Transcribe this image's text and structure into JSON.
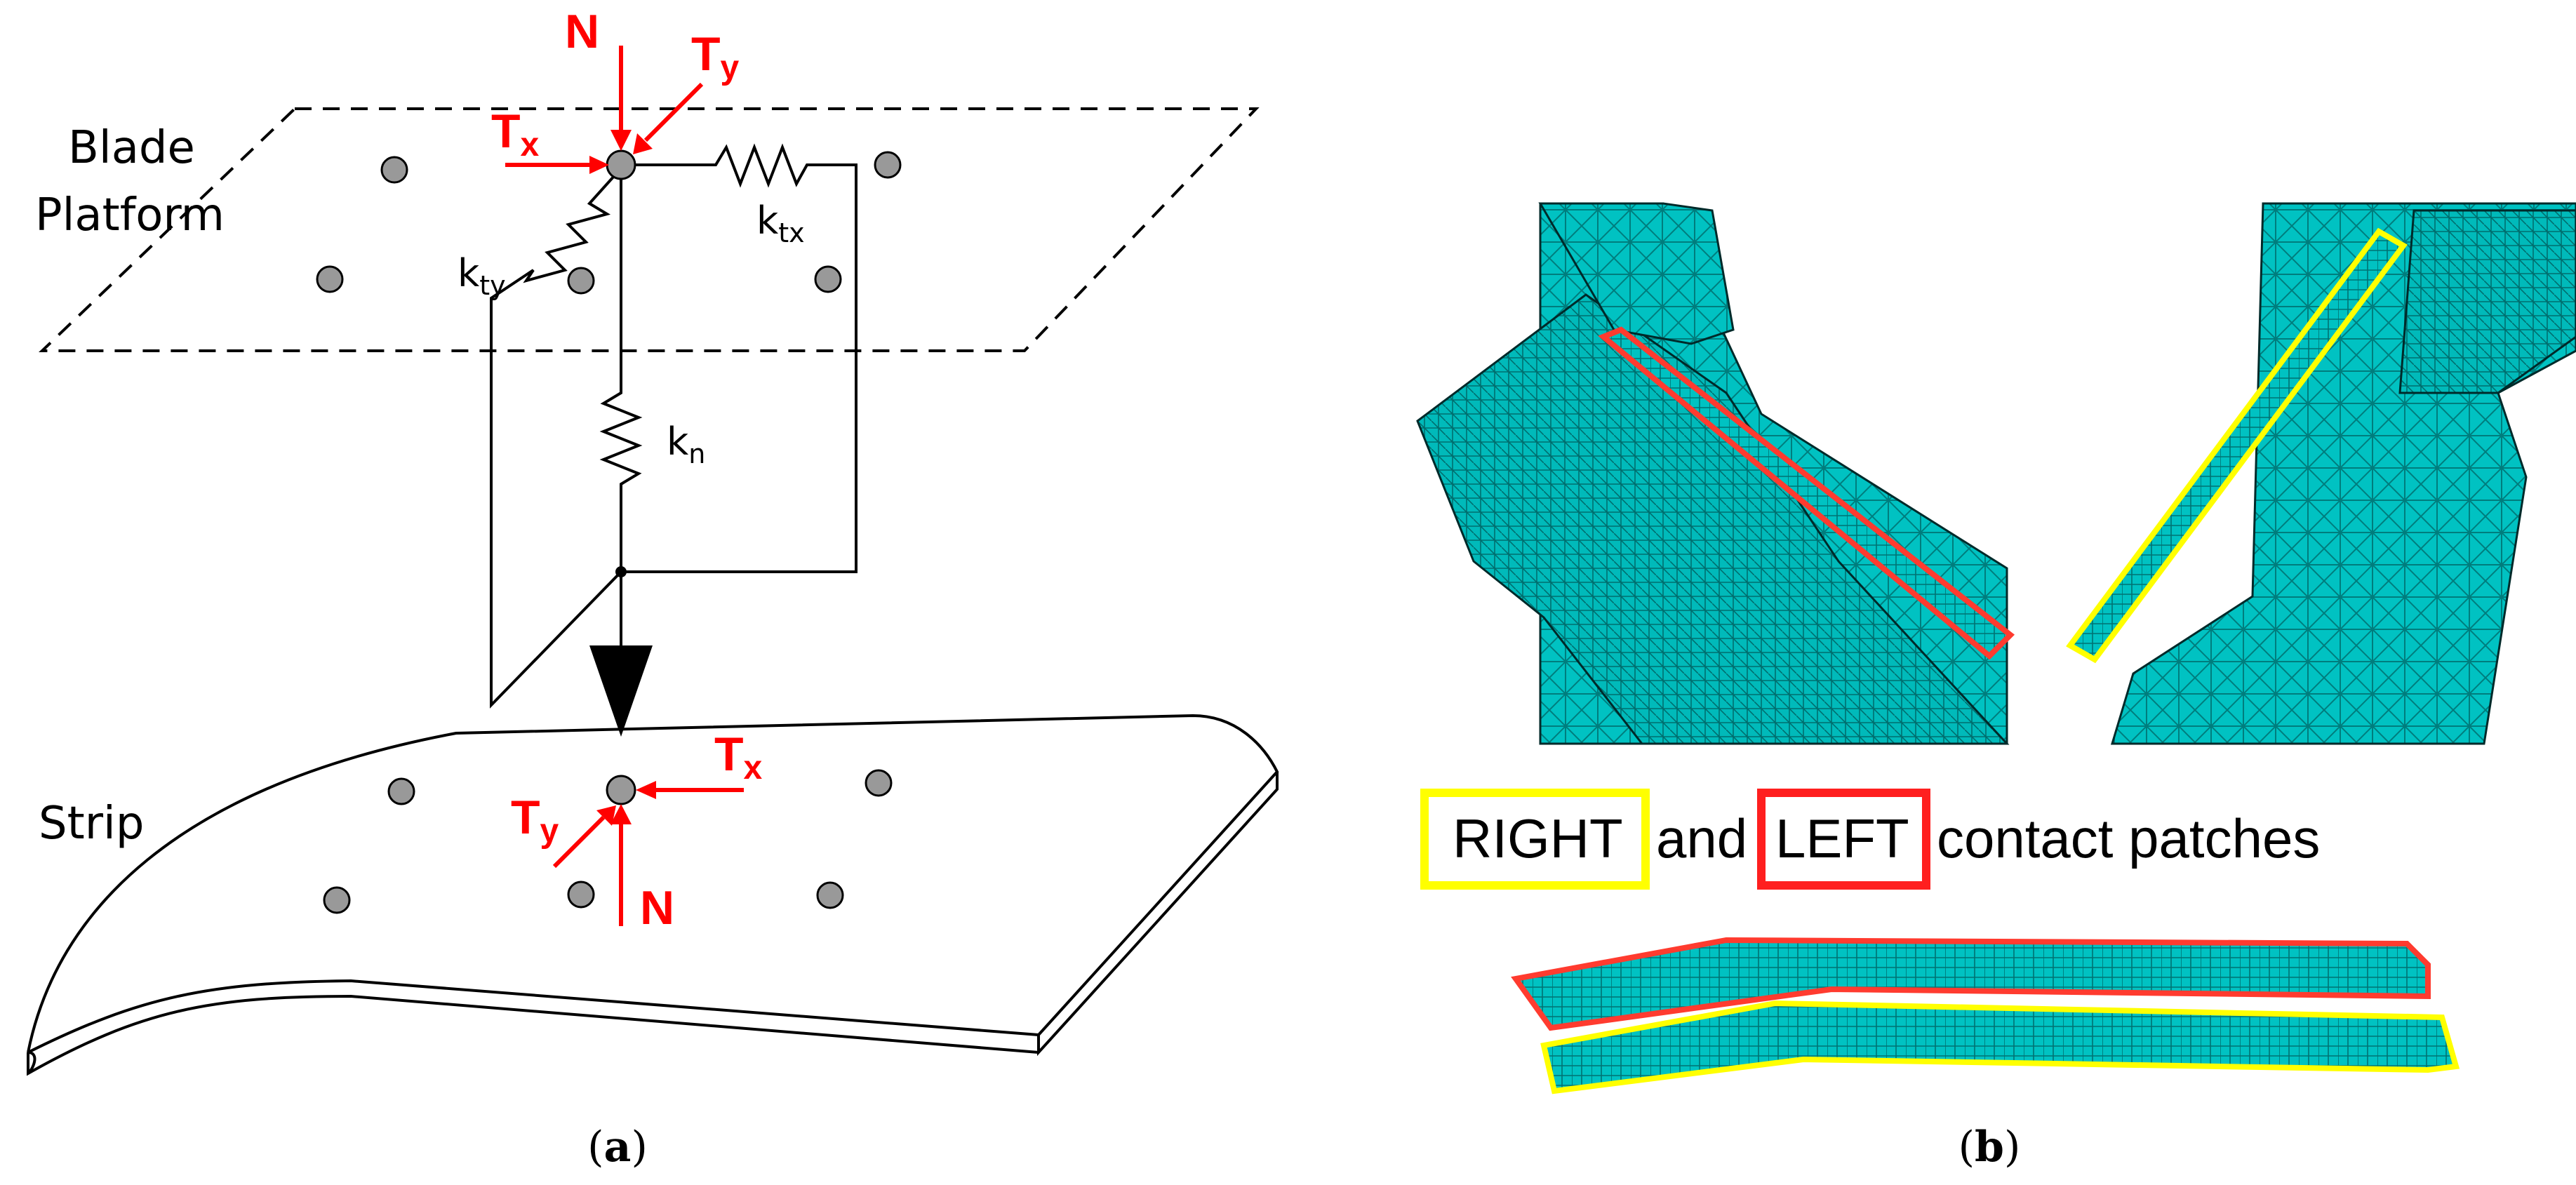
{
  "panel_a": {
    "plane_label_line1": "Blade",
    "plane_label_line2": "Platform",
    "strip_label": "Strip",
    "force_top": {
      "N": "N",
      "T": "T",
      "x": "x",
      "y": "y"
    },
    "force_bottom": {
      "N": "N",
      "T": "T",
      "x": "x",
      "y": "y"
    },
    "springs": {
      "k": "k",
      "ty": "ty",
      "tx": "tx",
      "n": "n"
    },
    "caption": {
      "open": "(",
      "letter": "a",
      "close": ")"
    }
  },
  "panel_b": {
    "patch_text": {
      "right": "RIGHT",
      "and": "and",
      "left": "LEFT",
      "rest": "contact patches"
    },
    "caption": {
      "open": "(",
      "letter": "b",
      "close": ")"
    }
  },
  "colors": {
    "force": "#ff0000",
    "mesh": "#00c2c2",
    "right_patch": "#ffff00",
    "left_patch": "#ff3b2f",
    "node_fill": "#999999"
  }
}
